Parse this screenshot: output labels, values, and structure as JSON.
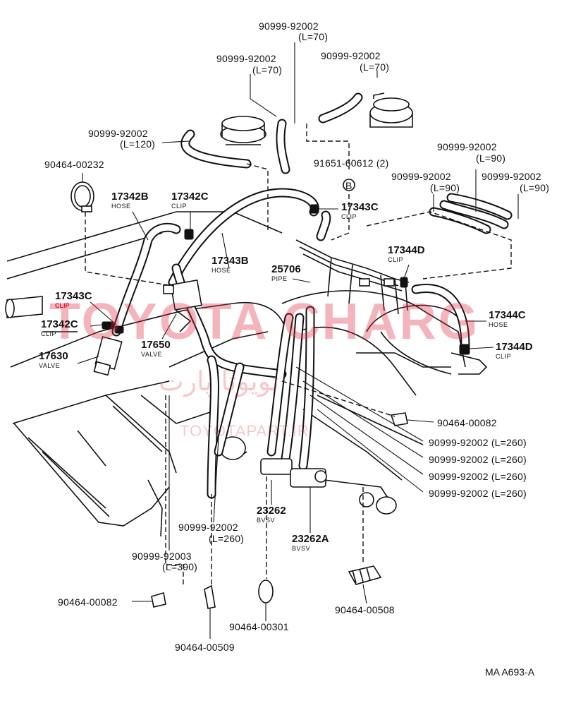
{
  "watermark": {
    "main": "TOYOTA CHARG",
    "persian": "تویوتا پارت",
    "url": "TOYOTAPART.IR"
  },
  "diagram_code": "MA A693-A",
  "labels": {
    "hose_top1_pn": "90999-92002",
    "hose_top1_len": "(L=70)",
    "hose_top2_pn": "90999-92002",
    "hose_top2_len": "(L=70)",
    "hose_top3_pn": "90999-92002",
    "hose_top3_len": "(L=70)",
    "hose_l120_pn": "90999-92002",
    "hose_l120_len": "(L=120)",
    "clamp_232_pn": "90464-00232",
    "hose_17342b_pn": "17342B",
    "hose_17342b_sub": "HOSE",
    "clip_17342c_top_pn": "17342C",
    "clip_17342c_top_sub": "CLIP",
    "clip_17343c_top_pn": "17343C",
    "clip_17343c_top_sub": "CLIP",
    "bolt_91651_pn": "91651-60612 (2)",
    "bolt_marker": "B",
    "hose_r1_pn": "90999-92002",
    "hose_r1_len": "(L=90)",
    "hose_r2_pn": "90999-92002",
    "hose_r2_len": "(L=90)",
    "hose_r3_pn": "90999-92002",
    "hose_r3_len": "(L=90)",
    "hose_17343b_pn": "17343B",
    "hose_17343b_sub": "HOSE",
    "clip_17344d_top_pn": "17344D",
    "clip_17344d_top_sub": "CLIP",
    "pipe_25706_pn": "25706",
    "pipe_25706_sub": "PIPE",
    "clip_17343c_left_pn": "17343C",
    "clip_17343c_left_sub": "CLIP",
    "clip_17342c_left_pn": "17342C",
    "clip_17342c_left_sub": "CLIP",
    "valve_17630_pn": "17630",
    "valve_17630_sub": "VALVE",
    "valve_17650_pn": "17650",
    "valve_17650_sub": "VALVE",
    "hose_17344c_pn": "17344C",
    "hose_17344c_sub": "HOSE",
    "clip_17344d_right_pn": "17344D",
    "clip_17344d_right_sub": "CLIP",
    "clamp_082_right_pn": "90464-00082",
    "hose_l260_a": "90999-92002  (L=260)",
    "hose_l260_b": "90999-92002  (L=260)",
    "hose_l260_c": "90999-92002  (L=260)",
    "hose_l260_d": "90999-92002  (L=260)",
    "bvsv_23262_pn": "23262",
    "bvsv_23262_sub": "BVSV",
    "bvsv_23262a_pn": "23262A",
    "bvsv_23262a_sub": "BVSV",
    "hose_l260_e_pn": "90999-92002",
    "hose_l260_e_len": "(L=260)",
    "hose_l390_pn": "90999-92003",
    "hose_l390_len": "(L=390)",
    "clamp_082_left_pn": "90464-00082",
    "clamp_509_pn": "90464-00509",
    "clamp_301_pn": "90464-00301",
    "clamp_508_pn": "90464-00508"
  }
}
